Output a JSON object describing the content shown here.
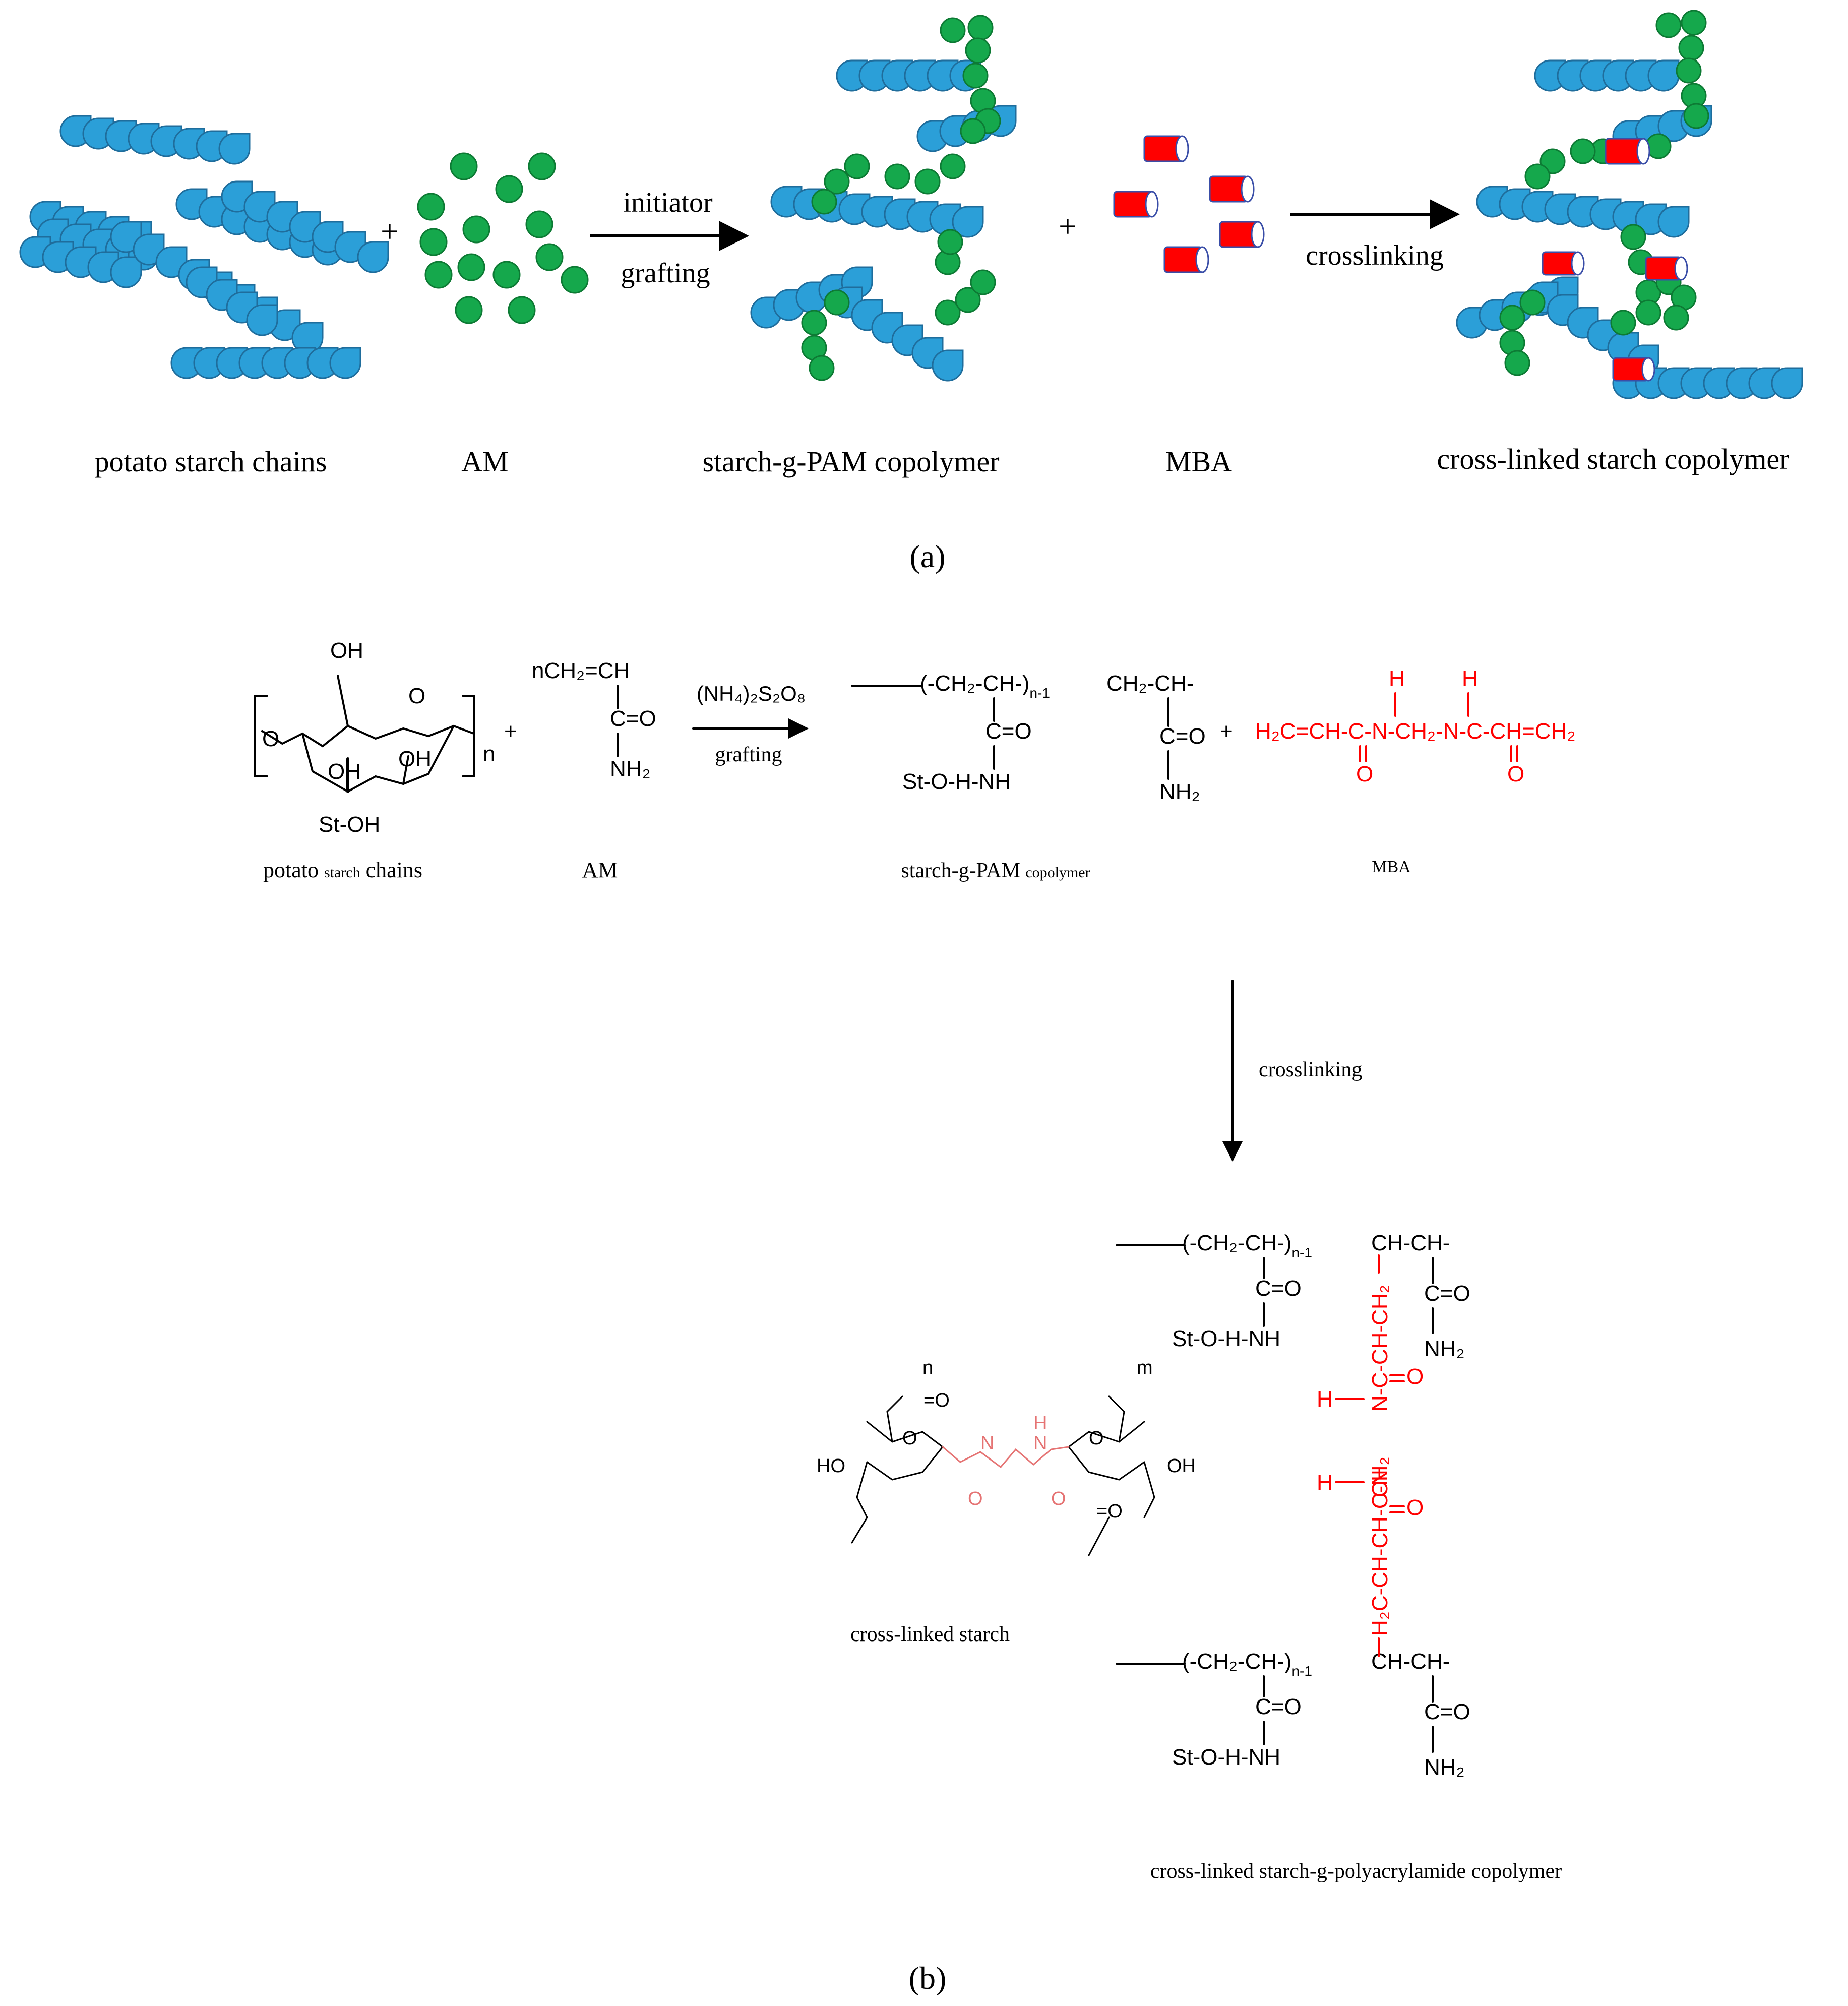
{
  "colors": {
    "starch_unit": "#2b9fd8",
    "starch_outline": "#1f6d9c",
    "acrylamide": "#15a84c",
    "acrylamide_outline": "#0d7a34",
    "crosslinker": "#ff0000",
    "crosslinker_outline": "#3a4ea8",
    "crosslinker_text": "#ff0000",
    "text": "#000000"
  },
  "panel_a": {
    "labels": {
      "potato_starch": "potato starch chains",
      "am": "AM",
      "starch_g_pam": "starch-g-PAM copolymer",
      "mba": "MBA",
      "cross_linked": "cross-linked starch copolymer"
    },
    "plus": "+",
    "arrow1_top": "initiator",
    "arrow1_bottom": "grafting",
    "arrow2_top": "crosslinking",
    "caption": "(a)"
  },
  "panel_b": {
    "starch": {
      "oh": "OH",
      "o": "O",
      "n": "n",
      "st_oh": "St-OH",
      "label_big1": "potato ",
      "label_small": "starch",
      "label_big2": " chains"
    },
    "am": {
      "top": "nCH₂=CH",
      "mid": "C=O",
      "bottom": "NH₂",
      "label": "AM"
    },
    "arrow_top": "(NH₄)₂S₂O₈",
    "arrow_bottom": "grafting",
    "pam": {
      "backbone": "(-CH₂-CH-)",
      "subscript": "n-1",
      "tail": "CH₂-CH-",
      "co": "C=O",
      "graft": "St-O-H-NH",
      "nh2": "NH₂",
      "label_big": "starch-g-PAM ",
      "label_small": "copolymer"
    },
    "mba": {
      "h": "H",
      "formula": "H₂C=CH-C-N-CH₂-N-C-CH=CH₂",
      "o": "O",
      "label": "MBA"
    },
    "plus": "+",
    "arrow_down": "crosslinking",
    "cross_linked_starch_label": "cross-linked starch",
    "final": {
      "backbone": "(-CH₂-CH-)",
      "subscript": "n-1",
      "tail": "CH-CH-",
      "co": "C=O",
      "graft": "St-O-H-NH",
      "nh2": "NH₂",
      "bridge_top": "N-C-CH-CH₂",
      "bridge_mid": "CH₂",
      "bridge_bottom": "H₂C-CH-CH-C-N",
      "h": "H",
      "o": "O",
      "label": "cross-linked starch-g-polyacrylamide copolymer"
    },
    "cls": {
      "ho": "HO",
      "oh": "OH",
      "o": "O",
      "nh": "H",
      "n": "N",
      "co": "=O",
      "m": "m",
      "n_sub": "n"
    },
    "caption": "(b)"
  }
}
